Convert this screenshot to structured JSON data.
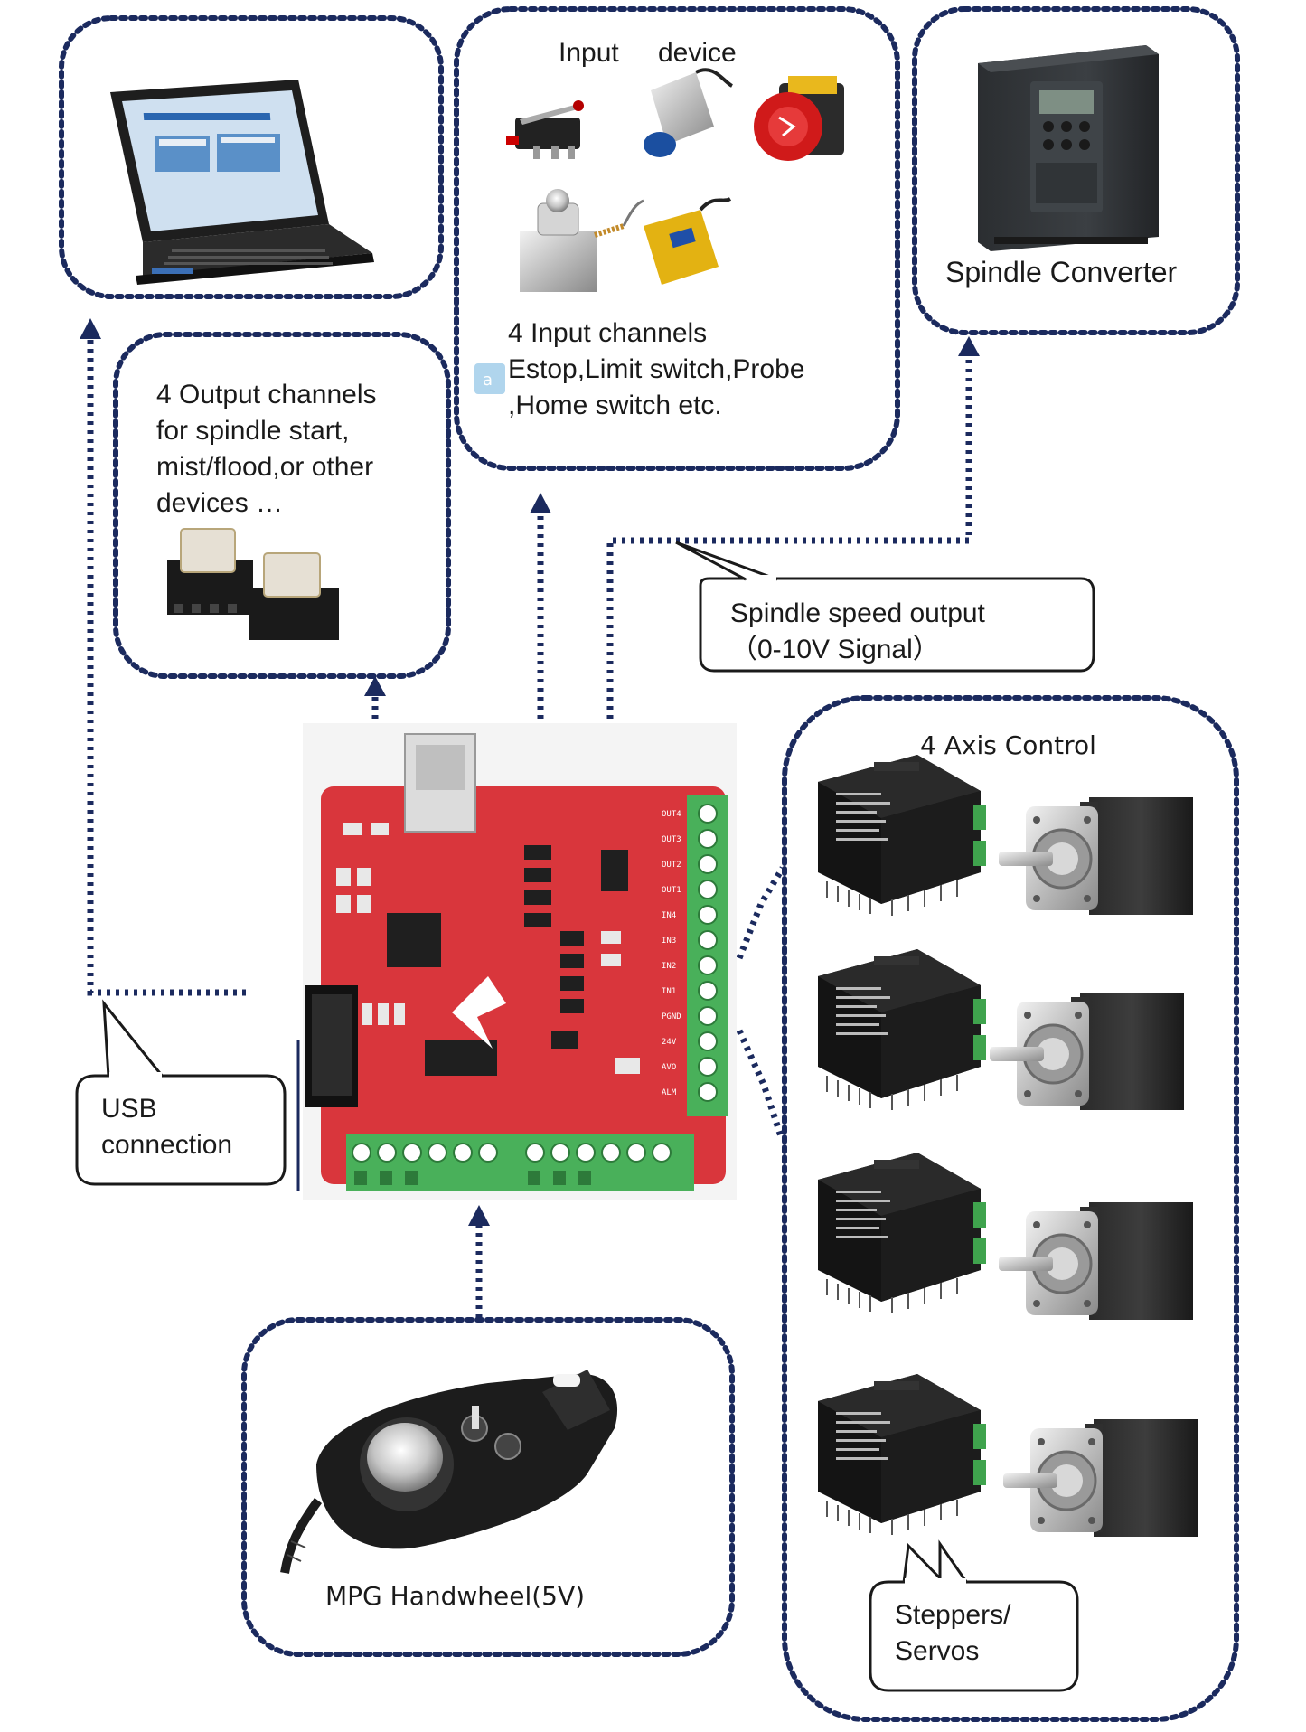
{
  "laptop": {
    "label": ""
  },
  "input_devices": {
    "title_part1": "Input",
    "title_part2": "device",
    "desc_lines": [
      "4 Input channels",
      "Estop,Limit switch,Probe",
      ",Home switch etc."
    ]
  },
  "spindle_converter": {
    "label": "Spindle Converter"
  },
  "output_channels": {
    "desc_lines": [
      "4 Output channels",
      "for spindle start,",
      "mist/flood,or other",
      "devices …"
    ]
  },
  "spindle_speed_callout": {
    "lines": [
      "Spindle speed output",
      "（0-10V Signal）"
    ]
  },
  "axis_control": {
    "title": "4 Axis Control"
  },
  "usb_callout": {
    "lines": [
      "USB",
      "connection"
    ]
  },
  "mpg": {
    "label": "MPG Handwheel(5V)"
  },
  "steppers_callout": {
    "lines": [
      "Steppers/",
      "Servos"
    ]
  },
  "board": {
    "output_pins": [
      "OUT4",
      "OUT3",
      "OUT2",
      "OUT1",
      "IN4",
      "IN3",
      "IN2",
      "IN1",
      "PGND",
      "24V",
      "AVO",
      "ALM"
    ],
    "colors": {
      "pcb": "#d9363c",
      "terminal": "#49b05a",
      "flow": "#1b2a5e"
    }
  }
}
